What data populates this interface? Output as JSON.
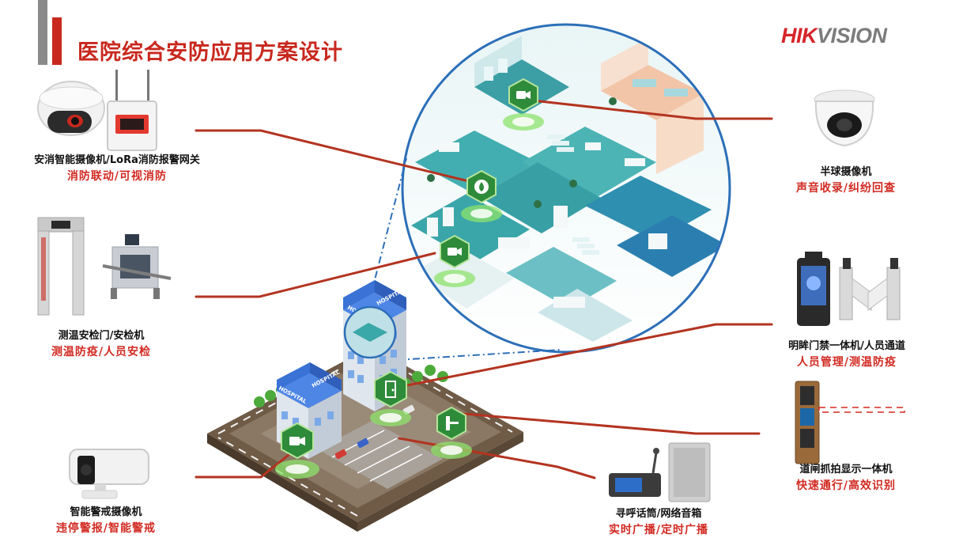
{
  "title": "医院综合安防应用方案设计",
  "brand": {
    "name_part1": "HIK",
    "name_part2": "VISION"
  },
  "devices": [
    {
      "id": "fire",
      "name": "安消智能摄像机/LoRa消防报警网关",
      "function": "消防联动/可视消防"
    },
    {
      "id": "temp",
      "name": "测温安检门/安检机",
      "function": "测温防疫/人员安检"
    },
    {
      "id": "bullet",
      "name": "智能警戒摄像机",
      "function": "违停警报/智能警戒"
    },
    {
      "id": "dome",
      "name": "半球摄像机",
      "function": "声音收录/纠纷回查"
    },
    {
      "id": "access",
      "name": "明眸门禁一体机/人员通道",
      "function": "人员管理/测温防疫"
    },
    {
      "id": "barrier",
      "name": "道闸抓拍显示一体机",
      "function": "快速通行/高效识别"
    },
    {
      "id": "broadcast",
      "name": "寻呼话筒/网络音箱",
      "function": "实时广播/定时广播"
    }
  ],
  "building_signs": {
    "main": "HOSPITAL",
    "main2": "HOSPITAL",
    "side": "HOSPITAL",
    "side2": "HOSPITAL"
  },
  "colors": {
    "accent_red": "#c8281e",
    "connector": "#b33420",
    "hex_icon": "#2e8b3a",
    "circle_border": "#2c6fb8",
    "teal": "#3aa7a8"
  }
}
